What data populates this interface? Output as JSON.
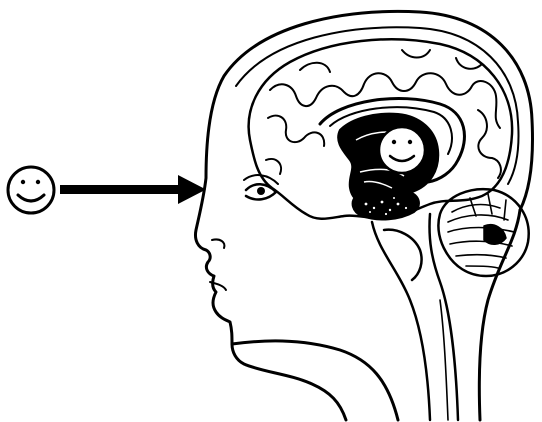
{
  "diagram": {
    "colors": {
      "ink": "#000000",
      "paper": "#ffffff"
    },
    "elements": [
      "outside-smiley-face-icon",
      "viewing-arrow",
      "head-profile",
      "brain",
      "inner-smiley-face-icon",
      "cerebellum",
      "brainstem"
    ]
  }
}
